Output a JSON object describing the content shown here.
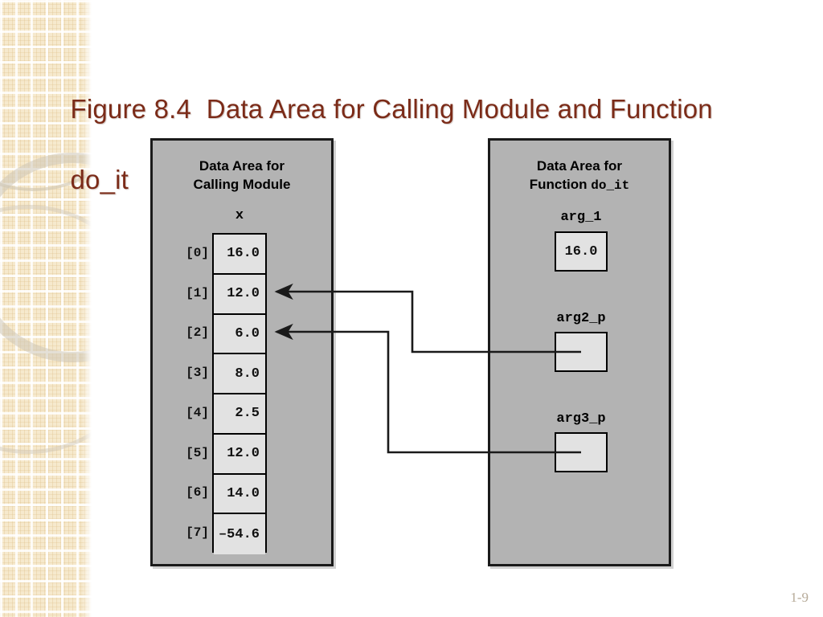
{
  "slide": {
    "title_line1": "Figure 8.4  Data Area for Calling Module and Function",
    "title_line2": "do_it",
    "page_number": "1-9",
    "accent_color": "#7b2b18",
    "panel_fill": "#b3b3b3",
    "cell_fill": "#e2e2e2",
    "band_color": "#f6e9cd"
  },
  "left_panel": {
    "title_line1": "Data Area for",
    "title_line2": "Calling Module",
    "array_name": "x",
    "cells": [
      {
        "index": "[0]",
        "value": "16.0"
      },
      {
        "index": "[1]",
        "value": "12.0"
      },
      {
        "index": "[2]",
        "value": "6.0"
      },
      {
        "index": "[3]",
        "value": "8.0"
      },
      {
        "index": "[4]",
        "value": "2.5"
      },
      {
        "index": "[5]",
        "value": "12.0"
      },
      {
        "index": "[6]",
        "value": "14.0"
      },
      {
        "index": "[7]",
        "value": "–54.6"
      }
    ]
  },
  "right_panel": {
    "title_line1": "Data Area for",
    "title_prefix2": "Function ",
    "title_mono2": "do_it",
    "slots": [
      {
        "label": "arg_1",
        "value": "16.0"
      },
      {
        "label": "arg2_p",
        "value": ""
      },
      {
        "label": "arg3_p",
        "value": ""
      }
    ]
  },
  "connectors": [
    {
      "from": "arg2_p",
      "to": "x[1]"
    },
    {
      "from": "arg3_p",
      "to": "x[2]"
    }
  ]
}
